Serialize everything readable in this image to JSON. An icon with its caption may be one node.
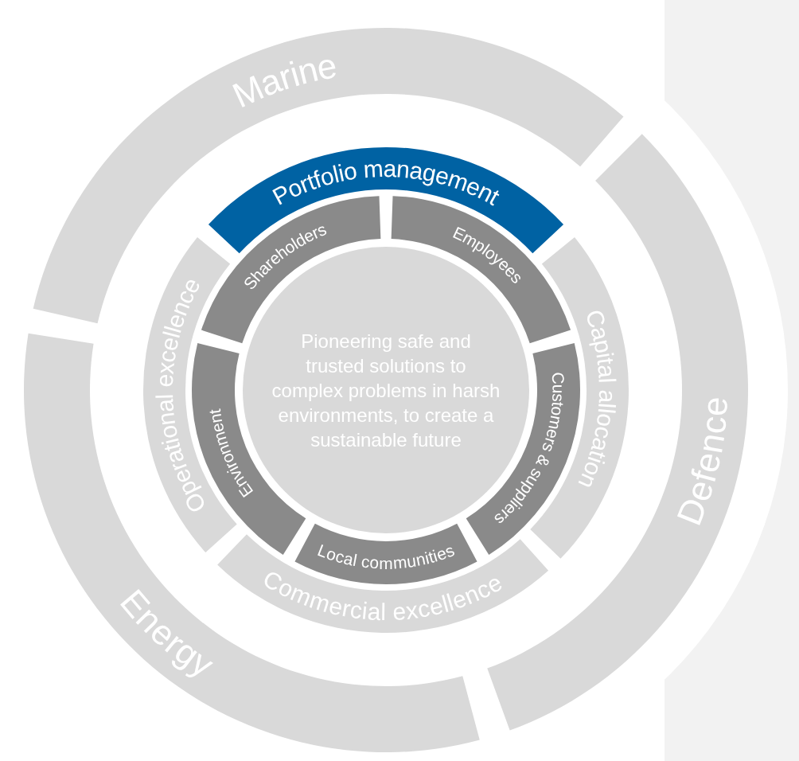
{
  "diagram": {
    "nodes": [
      {
        "text": [
          "Marine"
        ]
      },
      {
        "text": [
          "Defence"
        ]
      },
      {
        "text": [
          "Energy"
        ]
      },
      {
        "text": [
          "Portfolio management"
        ]
      },
      {
        "text": [
          "Capital allocation"
        ]
      },
      {
        "text": [
          "Commercial excellence"
        ]
      },
      {
        "text": [
          "Operational excellence"
        ]
      },
      {
        "text": [
          "Shareholders"
        ]
      },
      {
        "text": [
          "Employees"
        ]
      },
      {
        "text": [
          "Customers & suppliers"
        ]
      },
      {
        "text": [
          "Local communities"
        ]
      },
      {
        "text": [
          "Environment"
        ]
      },
      {
        "text": [
          "Pioneering safe and trusted solutions to complex problems in harsh environments, to create a sustainable future"
        ]
      }
    ]
  }
}
